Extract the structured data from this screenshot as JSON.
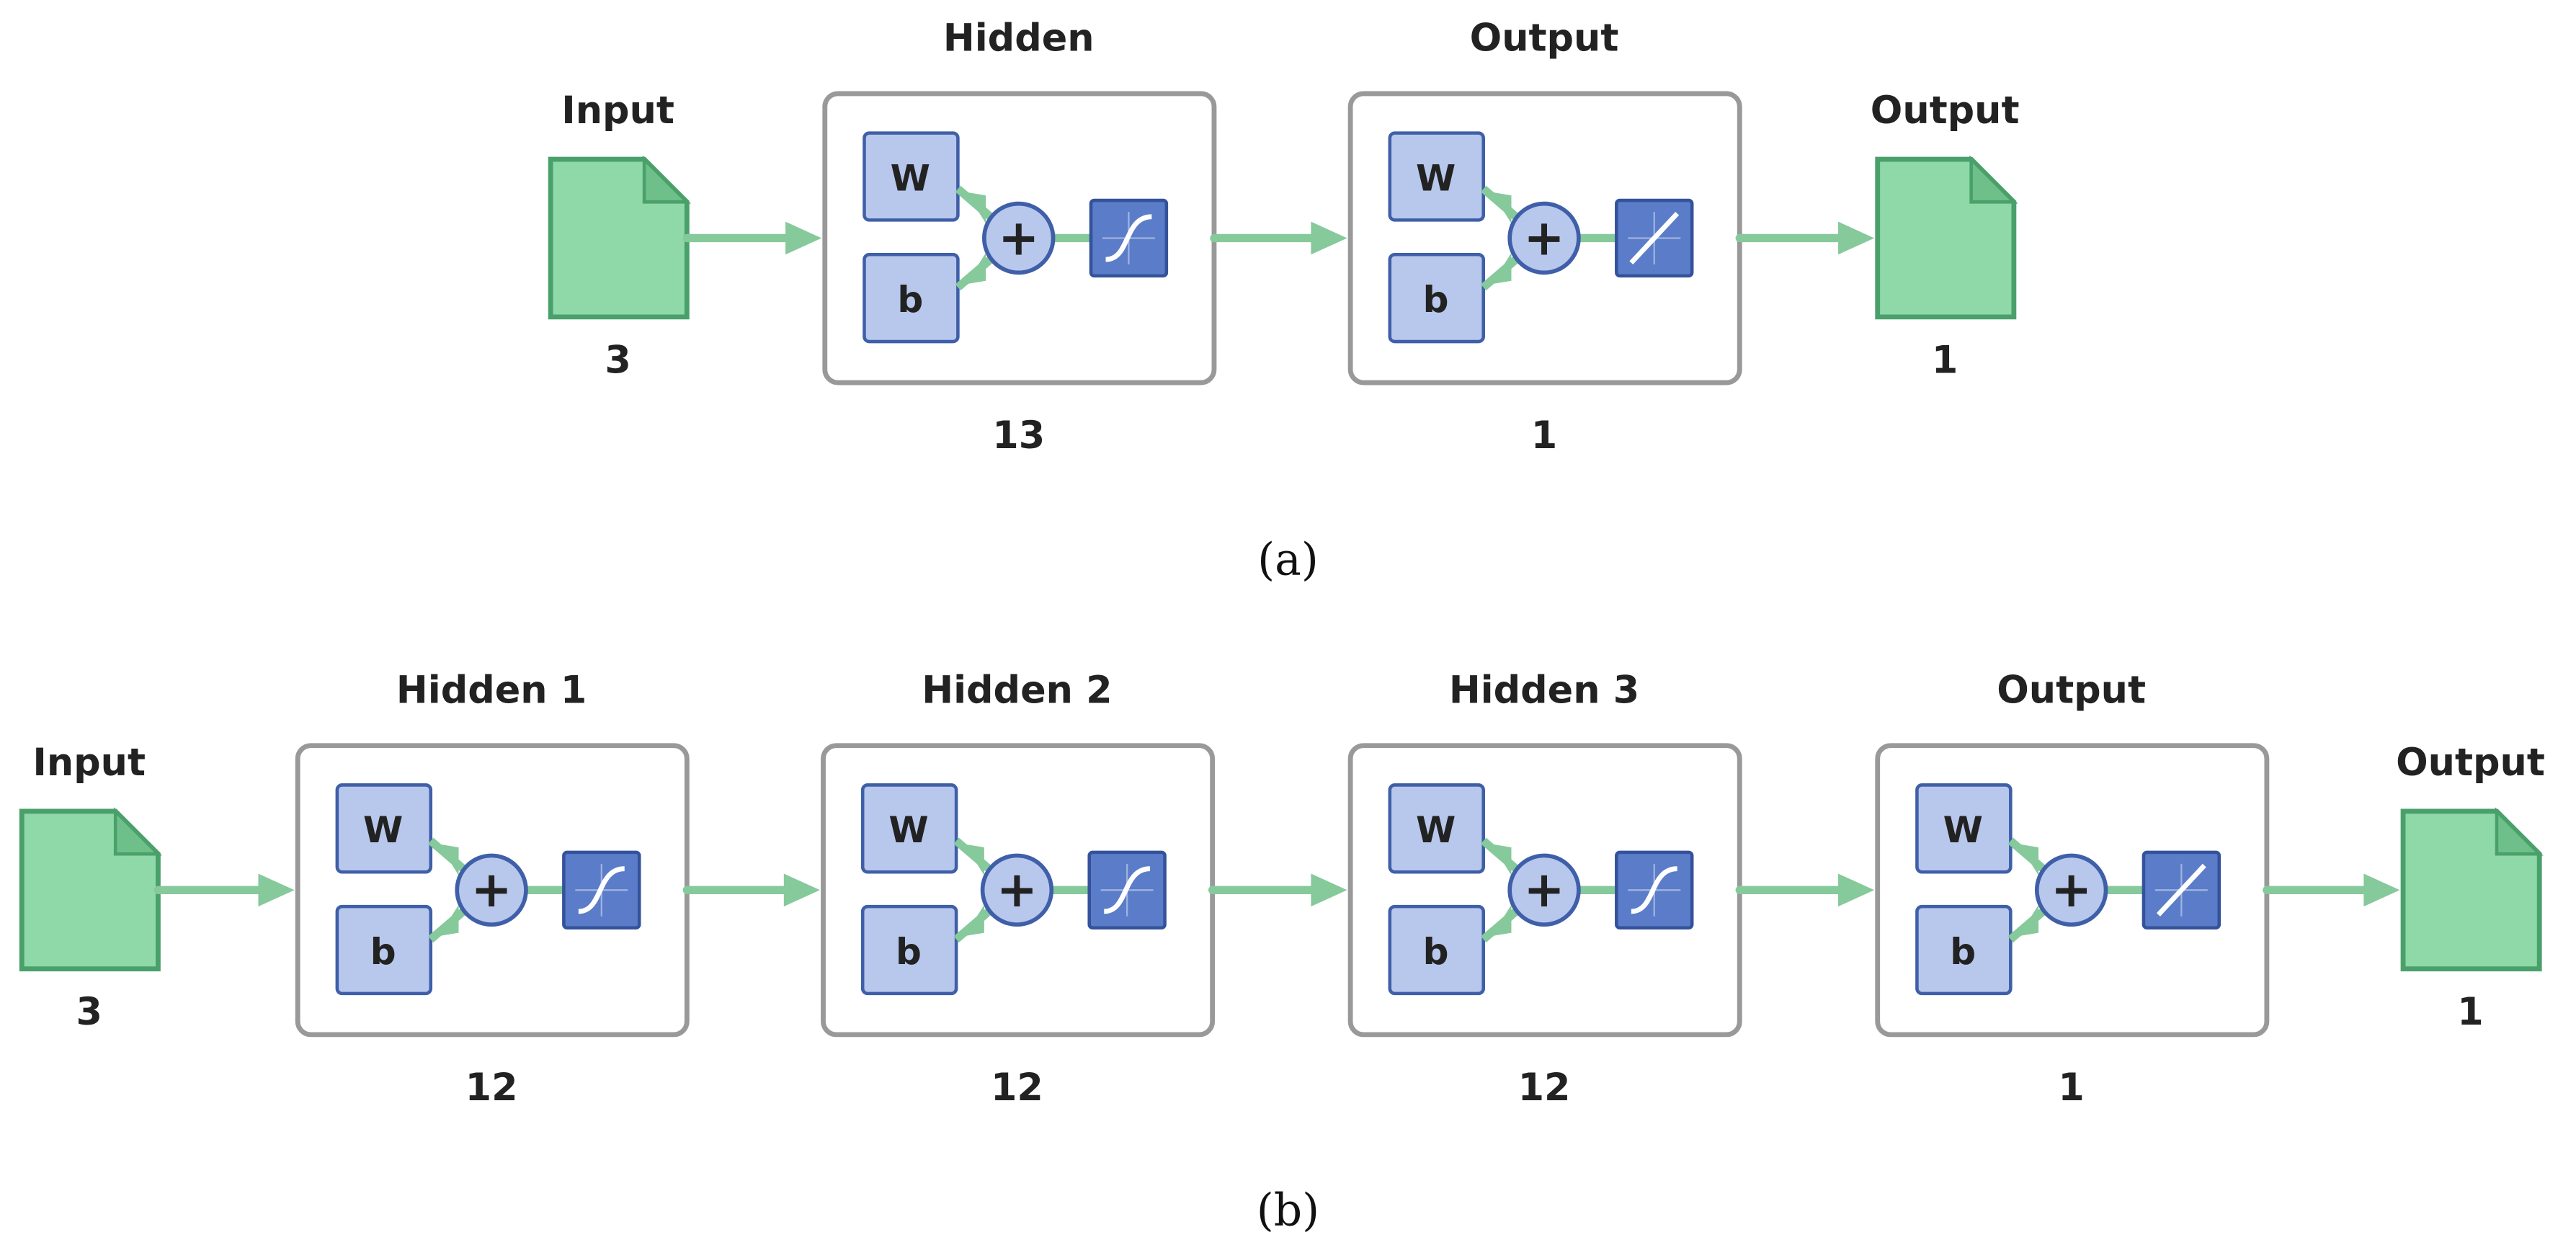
{
  "colors": {
    "file_fill": "#8fd9a8",
    "file_stroke": "#4aa06a",
    "file_fold": "#6fbf8a",
    "arrow": "#86c99b",
    "layer_border": "#999999",
    "wb_fill": "#b8c8ec",
    "wb_stroke": "#3f5fa8",
    "sum_fill": "#b8c8ec",
    "act_fill": "#5b7cc8",
    "act_stroke": "#34529b",
    "act_line": "#ffffff"
  },
  "icons": {
    "sum": "plus-sign",
    "tansig": "sigmoid-curve",
    "purelin": "linear-line"
  },
  "diagrams": [
    {
      "caption": "(a)",
      "input": {
        "title": "Input",
        "size": "3"
      },
      "layers": [
        {
          "title": "Hidden",
          "size": "13",
          "weight_label": "W",
          "bias_label": "b",
          "sum_symbol": "+",
          "activation": "tansig"
        },
        {
          "title": "Output",
          "size": "1",
          "weight_label": "W",
          "bias_label": "b",
          "sum_symbol": "+",
          "activation": "purelin"
        }
      ],
      "output": {
        "title": "Output",
        "size": "1"
      }
    },
    {
      "caption": "(b)",
      "input": {
        "title": "Input",
        "size": "3"
      },
      "layers": [
        {
          "title": "Hidden 1",
          "size": "12",
          "weight_label": "W",
          "bias_label": "b",
          "sum_symbol": "+",
          "activation": "tansig"
        },
        {
          "title": "Hidden 2",
          "size": "12",
          "weight_label": "W",
          "bias_label": "b",
          "sum_symbol": "+",
          "activation": "tansig"
        },
        {
          "title": "Hidden 3",
          "size": "12",
          "weight_label": "W",
          "bias_label": "b",
          "sum_symbol": "+",
          "activation": "tansig"
        },
        {
          "title": "Output",
          "size": "1",
          "weight_label": "W",
          "bias_label": "b",
          "sum_symbol": "+",
          "activation": "purelin"
        }
      ],
      "output": {
        "title": "Output",
        "size": "1"
      }
    }
  ]
}
